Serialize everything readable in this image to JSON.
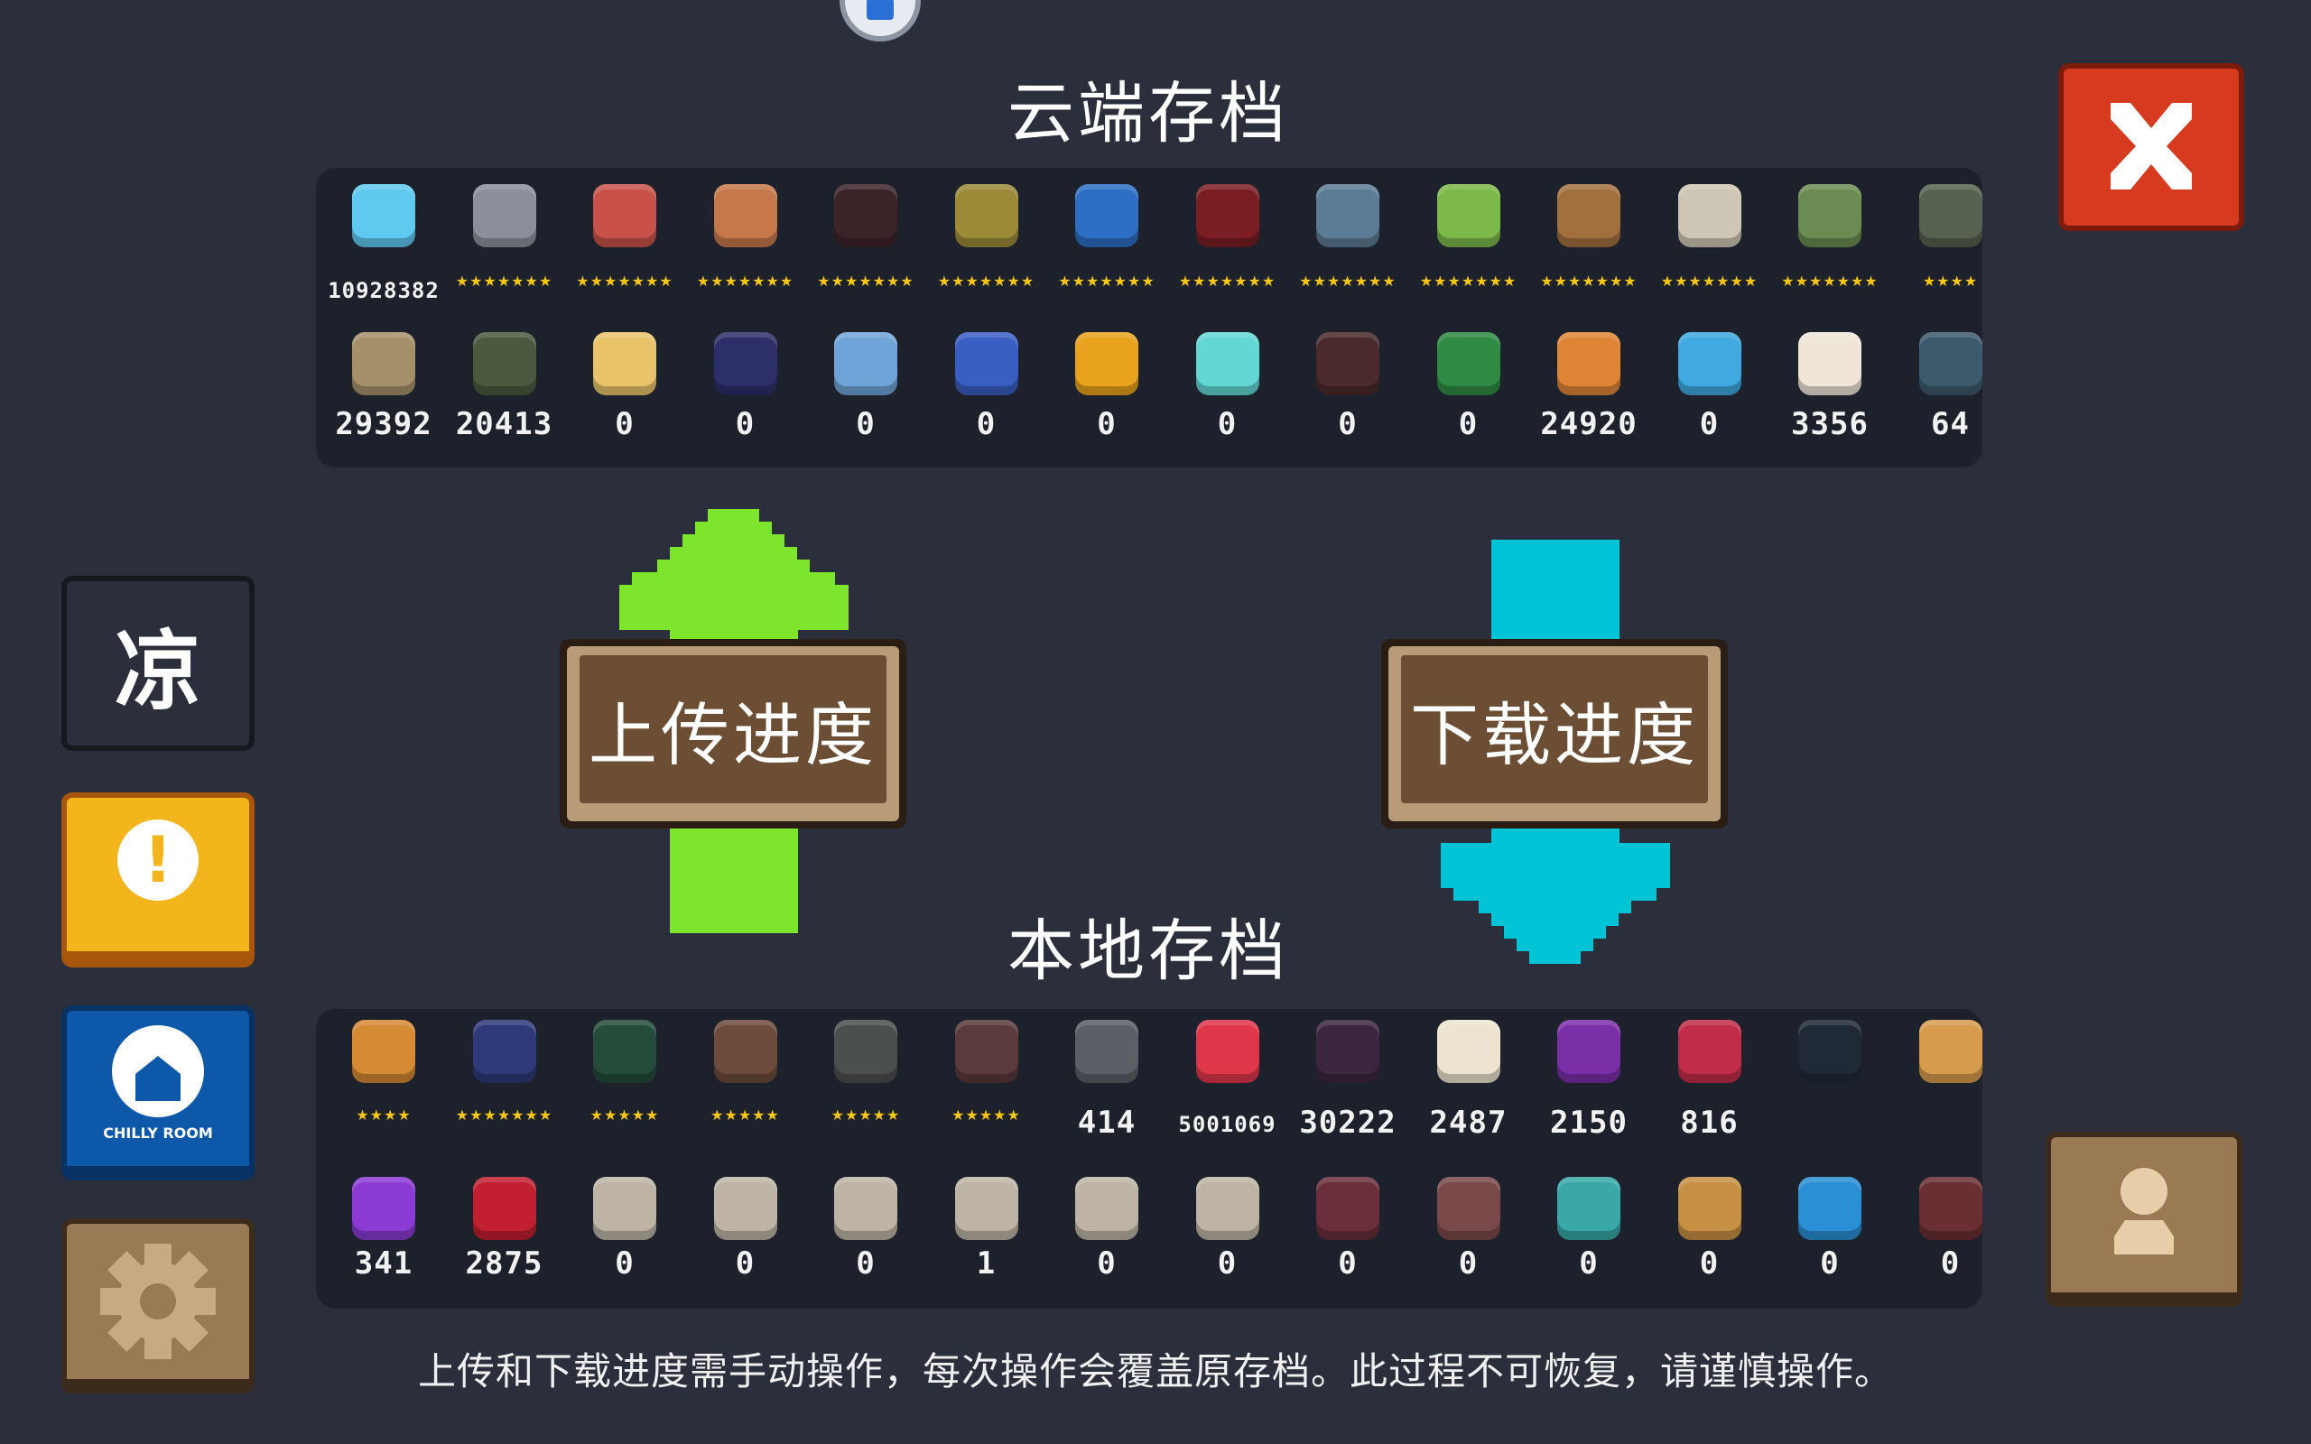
{
  "cloud_title": "云端存档",
  "local_title": "本地存档",
  "upload_label": "上传进度",
  "download_label": "下载进度",
  "footer_note": "上传和下载进度需手动操作，每次操作会覆盖原存档。此过程不可恢复，请谨慎操作。",
  "side_buttons": {
    "liang_label": "凉",
    "alert_label": "!",
    "community_label": "CHILLY ROOM"
  },
  "colors": {
    "upload_arrow": "#7de52c",
    "download_arrow": "#00c4d6",
    "close_red": "#d63a1f",
    "alert_yellow": "#f2b61c",
    "community_blue": "#0d58a8",
    "wood": "#6b4e34"
  },
  "cloud": {
    "row1": [
      {
        "icon": "gems-icon",
        "value": "10928382",
        "color": "#5fc9ef"
      },
      {
        "icon": "knight-icon",
        "stars": "★★★★★★★",
        "color": "#8a8f9a"
      },
      {
        "icon": "rogue-icon",
        "stars": "★★★★★★★",
        "color": "#c8524a"
      },
      {
        "icon": "witch-icon",
        "stars": "★★★★★★★",
        "color": "#c6784a"
      },
      {
        "icon": "assassin-icon",
        "stars": "★★★★★★★",
        "color": "#3b2328"
      },
      {
        "icon": "engineer-icon",
        "stars": "★★★★★★★",
        "color": "#9b8a38"
      },
      {
        "icon": "robot-icon",
        "stars": "★★★★★★★",
        "color": "#2d6fc4"
      },
      {
        "icon": "vampire-icon",
        "stars": "★★★★★★★",
        "color": "#7a1e24"
      },
      {
        "icon": "paladin-icon",
        "stars": "★★★★★★★",
        "color": "#5c7b94"
      },
      {
        "icon": "elf-icon",
        "stars": "★★★★★★★",
        "color": "#7db84a"
      },
      {
        "icon": "werewolf-icon",
        "stars": "★★★★★★★",
        "color": "#a2703f"
      },
      {
        "icon": "priest-icon",
        "stars": "★★★★★★★",
        "color": "#cfc7b5"
      },
      {
        "icon": "druid-icon",
        "stars": "★★★★★★★",
        "color": "#6a8c52"
      },
      {
        "icon": "berserker-icon",
        "stars": "★★★★",
        "color": "#57614f"
      }
    ],
    "row2": [
      {
        "icon": "parchment-icon",
        "value": "29392",
        "color": "#a6906a"
      },
      {
        "icon": "battery-icon",
        "value": "20413",
        "color": "#4b5a3f"
      },
      {
        "icon": "holy-book-icon",
        "value": "0",
        "color": "#e9c36a"
      },
      {
        "icon": "dark-book-icon",
        "value": "0",
        "color": "#2d2f6a"
      },
      {
        "icon": "crystal-icon",
        "value": "0",
        "color": "#6fa4d8"
      },
      {
        "icon": "potion-icon",
        "value": "0",
        "color": "#3a5fc2"
      },
      {
        "icon": "gold-coin-icon",
        "value": "0",
        "color": "#e8a21d"
      },
      {
        "icon": "energy-core-icon",
        "value": "0",
        "color": "#62d7d4"
      },
      {
        "icon": "bat-wing-icon",
        "value": "0",
        "color": "#4a2a2a"
      },
      {
        "icon": "scroll-icon",
        "value": "0",
        "color": "#2f8a43"
      },
      {
        "icon": "meat-icon",
        "value": "24920",
        "color": "#e08536"
      },
      {
        "icon": "eye-orb-icon",
        "value": "0",
        "color": "#3fa9e0"
      },
      {
        "icon": "flour-sack-icon",
        "value": "3356",
        "color": "#efe6d8"
      },
      {
        "icon": "fish-icon",
        "value": "64",
        "color": "#3d5a6c"
      }
    ]
  },
  "local": {
    "row1": [
      {
        "icon": "miner-icon",
        "stars": "★★★★",
        "color": "#d58a34"
      },
      {
        "icon": "officer-icon",
        "stars": "★★★★★★★",
        "color": "#2f3a7a"
      },
      {
        "icon": "green-chest-icon",
        "stars": "★★★★★",
        "color": "#254c3a"
      },
      {
        "icon": "book-stack-icon",
        "stars": "★★★★★",
        "color": "#6c4b3b"
      },
      {
        "icon": "orb-icon",
        "stars": "★★★★★",
        "color": "#4b4f4e"
      },
      {
        "icon": "plant-pot-icon",
        "stars": "★★★★★",
        "color": "#5a3a3a"
      },
      {
        "icon": "pistol-icon",
        "value": "414",
        "color": "#5b5f66"
      },
      {
        "icon": "slime-icon",
        "value": "5001069",
        "small": true,
        "color": "#e0364a"
      },
      {
        "icon": "demon-icon",
        "value": "30222",
        "color": "#3c2640"
      },
      {
        "icon": "card-icon",
        "value": "2487",
        "color": "#ece4d0"
      },
      {
        "icon": "purple-helmet-icon",
        "value": "2150",
        "color": "#7a2ea8"
      },
      {
        "icon": "red-helmet-icon",
        "value": "816",
        "color": "#c12d48"
      },
      {
        "icon": "black-cat-icon",
        "color": "#1f2a36"
      },
      {
        "icon": "shiba-icon",
        "color": "#d79b4d"
      }
    ],
    "row2": [
      {
        "icon": "purple-crystal-icon",
        "value": "341",
        "color": "#8b3bd4"
      },
      {
        "icon": "maple-leaf-icon",
        "value": "2875",
        "color": "#c21f30"
      },
      {
        "icon": "blank-scroll-icon",
        "value": "0",
        "color": "#bdb4a6"
      },
      {
        "icon": "blank-scroll-icon",
        "value": "0",
        "color": "#bdb4a6"
      },
      {
        "icon": "blank-scroll-icon",
        "value": "0",
        "color": "#bdb4a6"
      },
      {
        "icon": "blank-scroll-icon",
        "value": "1",
        "color": "#bdb4a6"
      },
      {
        "icon": "blank-scroll-icon",
        "value": "0",
        "color": "#bdb4a6"
      },
      {
        "icon": "blank-scroll-icon",
        "value": "0",
        "color": "#bdb4a6"
      },
      {
        "icon": "machine-icon",
        "value": "0",
        "color": "#6a2f3a"
      },
      {
        "icon": "box-robot-icon",
        "value": "0",
        "color": "#7a4a4a"
      },
      {
        "icon": "teal-device-icon",
        "value": "0",
        "color": "#3aa8a8"
      },
      {
        "icon": "treasure-map-icon",
        "value": "0",
        "color": "#c69145"
      },
      {
        "icon": "blue-feather-icon",
        "value": "0",
        "color": "#2a8fd4"
      },
      {
        "icon": "gadget-icon",
        "value": "0",
        "color": "#6a2f33"
      }
    ]
  }
}
